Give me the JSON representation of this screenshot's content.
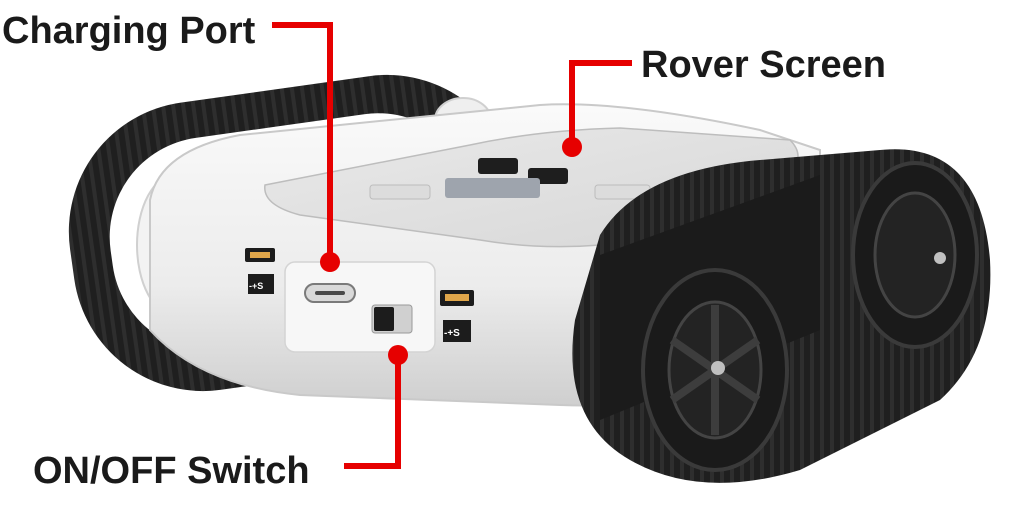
{
  "callouts": {
    "charging_port": "Charging Port",
    "rover_screen": "Rover Screen",
    "on_off_switch": "ON/OFF Switch"
  },
  "port_markings": {
    "left": "-+S",
    "right": "-+S"
  },
  "colors": {
    "callout_red": "#e60000",
    "track_black": "#1c1c1c",
    "body_white": "#f2f2f2",
    "label_text": "#1a1a1a"
  },
  "icons": {
    "device": "tracked-rover",
    "connector": "servo-connector"
  }
}
